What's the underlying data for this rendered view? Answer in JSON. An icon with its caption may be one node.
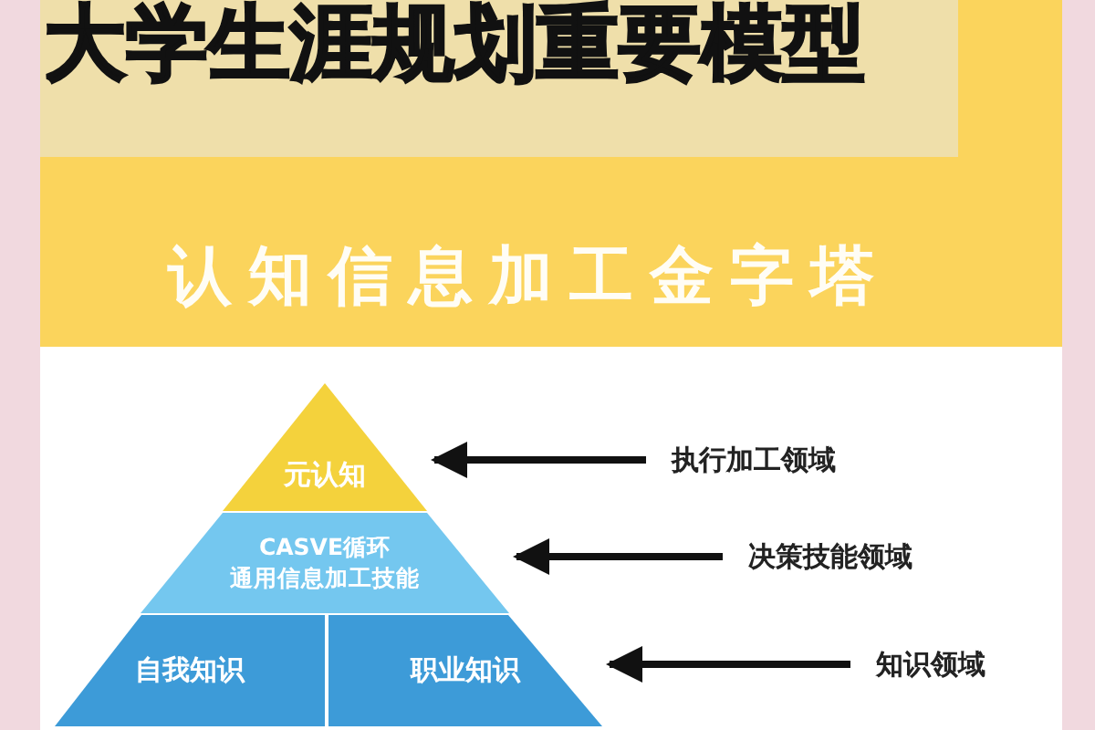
{
  "diagram": {
    "title": "大学生涯规划重要模型",
    "nodes": [
      {
        "text": [
          "元认知"
        ]
      },
      {
        "text": [
          "CASVE循环",
          "通用信息加工技能"
        ]
      },
      {
        "text": [
          "自我知识"
        ]
      },
      {
        "text": [
          "职业知识"
        ]
      },
      {
        "text": [
          "执行加工领域"
        ]
      },
      {
        "text": [
          "决策技能领域"
        ]
      },
      {
        "text": [
          "知识领域"
        ]
      }
    ],
    "edges": [
      {
        "from": 4,
        "to": 0,
        "arrow": "to"
      },
      {
        "from": 5,
        "to": 1,
        "arrow": "to"
      },
      {
        "from": 6,
        "to": 3,
        "arrow": "to"
      }
    ],
    "labels": [
      "认知信息加工金字塔"
    ]
  }
}
